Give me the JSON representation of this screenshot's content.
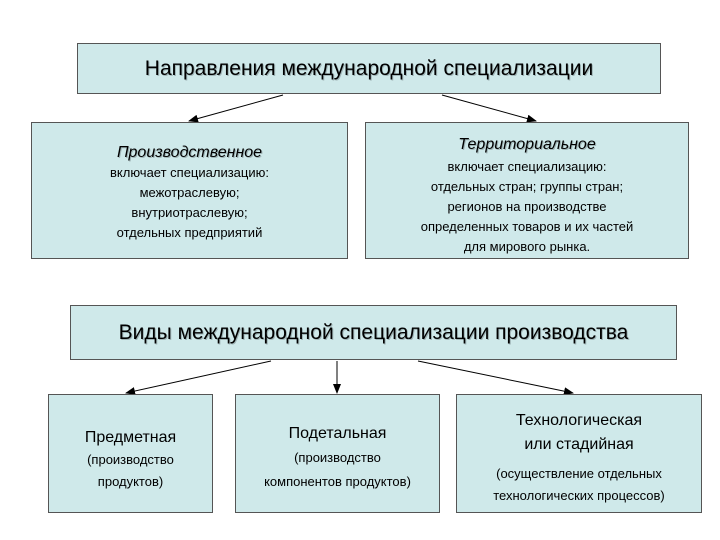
{
  "directions": {
    "title": "Направления международной специализации",
    "production": {
      "title": "Производственное",
      "lines": [
        "включает специализацию:",
        "межотраслевую;",
        "внутриотраслевую;",
        "отдельных предприятий"
      ]
    },
    "territorial": {
      "title": "Территориальное",
      "lines": [
        "включает специализацию:",
        "отдельных стран; группы стран;",
        "регионов на производстве",
        "определенных товаров и их частей",
        "для мирового рынка."
      ]
    }
  },
  "types": {
    "title": "Виды международной специализации производства",
    "subject": {
      "title": "Предметная",
      "note_lines": [
        "(производство",
        "продуктов)"
      ]
    },
    "detail": {
      "title": "Подетальная",
      "note_lines": [
        "(производство",
        "компонентов продуктов)"
      ]
    },
    "tech": {
      "title_lines": [
        "Технологическая",
        "или стадийная"
      ],
      "note_lines": [
        "(осуществление отдельных",
        "технологических процессов)"
      ]
    }
  },
  "colors": {
    "box_fill": "#cfe9ea",
    "box_border": "#555555",
    "arrow": "#000000"
  }
}
